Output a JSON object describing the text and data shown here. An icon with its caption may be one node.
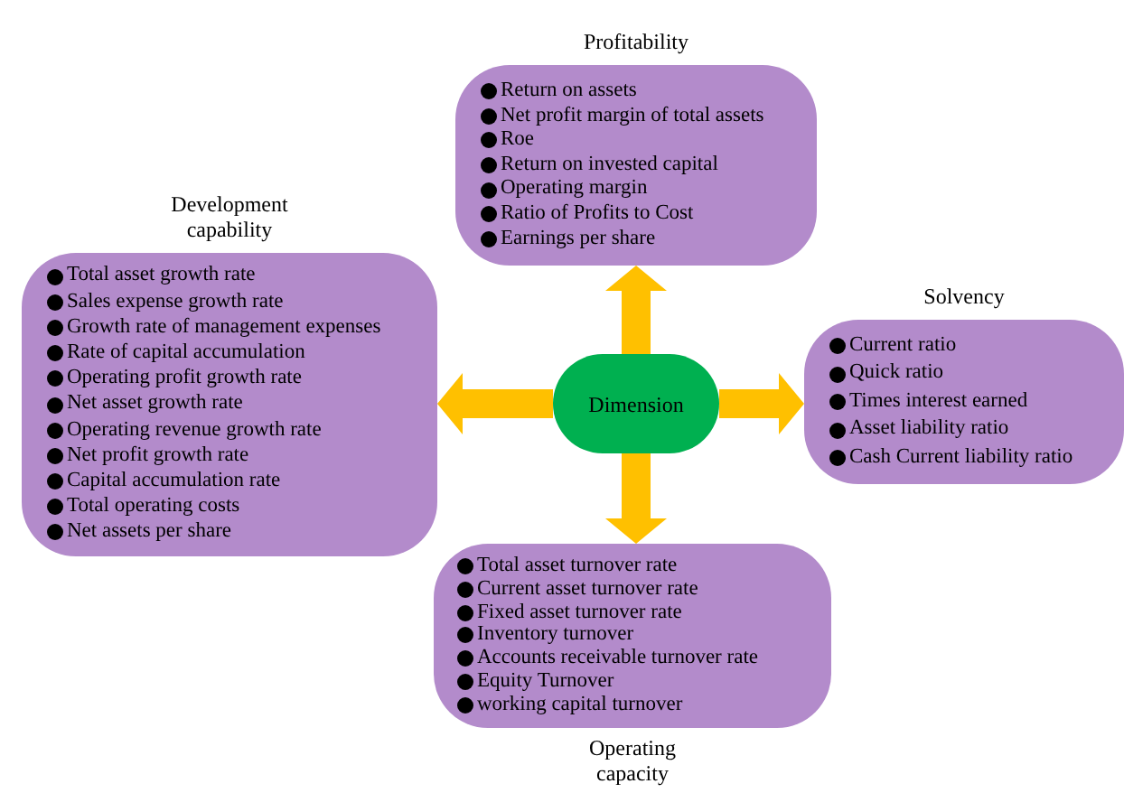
{
  "diagram": {
    "nodes": [
      {
        "text": [
          "Profitability",
          "Return on assets",
          "Net profit margin of total assets",
          "Roe",
          "Return on invested capital",
          "Operating margin",
          "Ratio of Profits to Cost",
          "Earnings per share"
        ]
      },
      {
        "text": [
          "Development capability",
          "Total asset growth rate",
          "Sales expense growth rate",
          "Growth rate of management expenses",
          "Rate of capital accumulation",
          "Operating profit growth rate",
          "Net asset growth rate",
          "Operating revenue growth rate",
          "Net profit growth rate",
          "Capital accumulation rate",
          "Total operating costs",
          "Net assets per share"
        ]
      },
      {
        "text": [
          "Dimension"
        ]
      },
      {
        "text": [
          "Solvency",
          "Current ratio",
          "Quick ratio",
          "Times interest earned",
          "Asset liability ratio",
          "Cash Current liability ratio"
        ]
      },
      {
        "text": [
          "Total asset turnover rate",
          "Current asset turnover rate",
          "Fixed asset turnover rate",
          "Inventory turnover",
          "Accounts receivable turnover rate",
          "Equity Turnover",
          "working capital turnover",
          "Operating capacity"
        ]
      }
    ],
    "edges": [
      {
        "from": 2,
        "to": 0,
        "arrow": "to"
      },
      {
        "from": 2,
        "to": 1,
        "arrow": "to"
      },
      {
        "from": 2,
        "to": 3,
        "arrow": "to"
      },
      {
        "from": 2,
        "to": 4,
        "arrow": "to"
      }
    ]
  }
}
